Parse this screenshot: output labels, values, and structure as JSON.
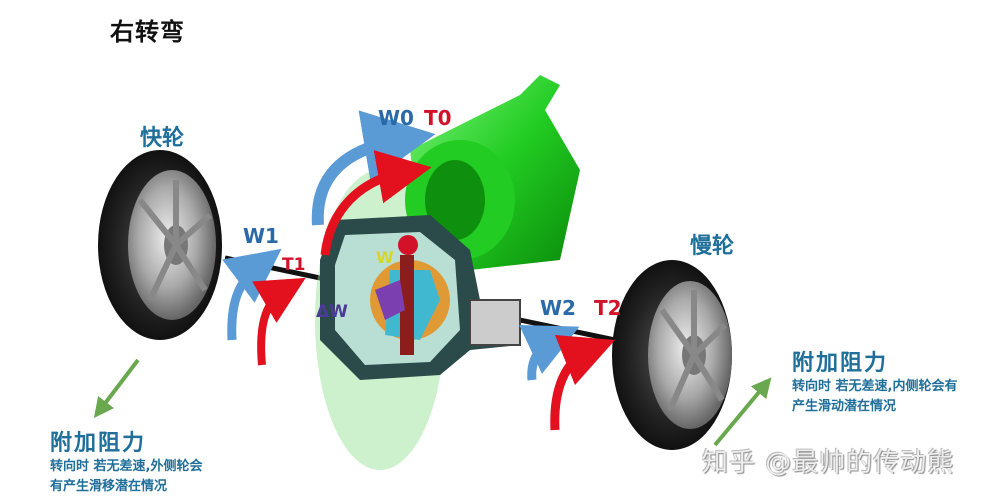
{
  "title": "右转弯",
  "wheels": {
    "fast": {
      "label": "快轮"
    },
    "slow": {
      "label": "慢轮"
    }
  },
  "symbols": {
    "w0": "W0",
    "t0": "T0",
    "w1": "W1",
    "t1": "T1",
    "w2": "W2",
    "t2": "T2",
    "dw": "ΔW",
    "wz": "W"
  },
  "resistance_left": {
    "title": "附加阻力",
    "desc_line1": "转向时 若无差速,外侧轮会",
    "desc_line2": "有产生滑移潜在情况"
  },
  "resistance_right": {
    "title": "附加阻力",
    "desc_line1": "转向时 若无差速,内侧轮会有",
    "desc_line2": "产生滑动潜在情况"
  },
  "watermark": "知乎 @最帅的传动熊",
  "colors": {
    "w_blue": "#5b9bd5",
    "t_red": "#e3101e",
    "housing_green": "#2ecc2e",
    "arrow_green": "#6aa84f",
    "label_blue": "#1f6f9a"
  }
}
